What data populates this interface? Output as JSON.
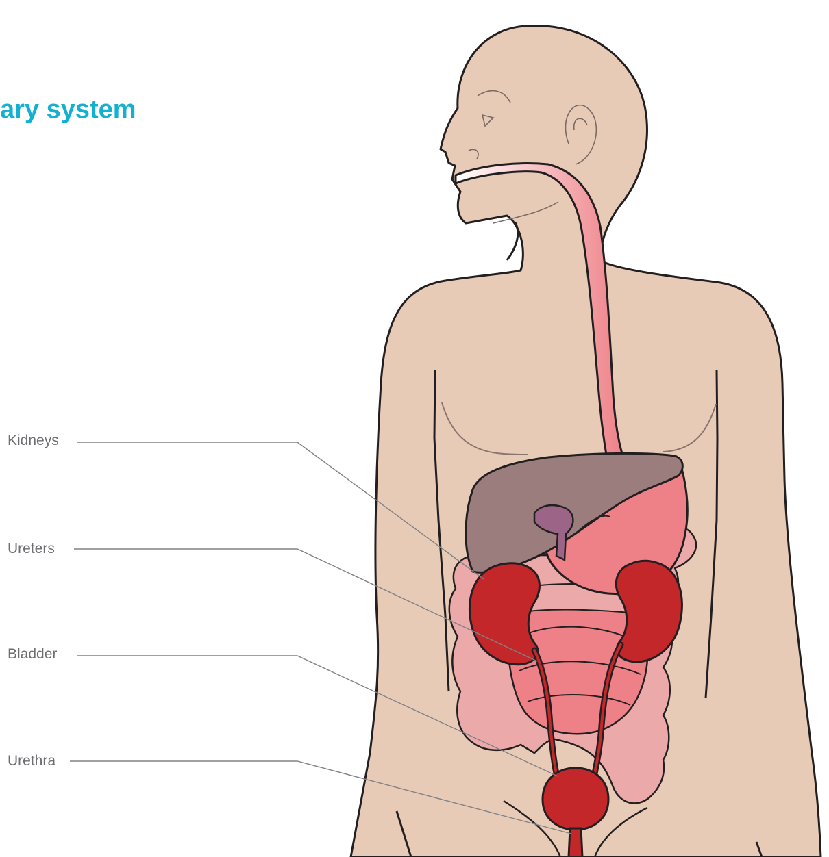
{
  "title": "ary system",
  "labels": {
    "kidneys": "Kidneys",
    "ureters": "Ureters",
    "bladder": "Bladder",
    "urethra": "Urethra"
  },
  "colors": {
    "title": "#13b0d1",
    "skin": "#e8cbb7",
    "outline": "#231f20",
    "esophagus": "#ee8087",
    "liver": "#9b7d7d",
    "gallbladder": "#9c6587",
    "stomach": "#ee8087",
    "intestine": "#eca9a9",
    "kidney": "#c4272a",
    "leader": "#808285"
  }
}
